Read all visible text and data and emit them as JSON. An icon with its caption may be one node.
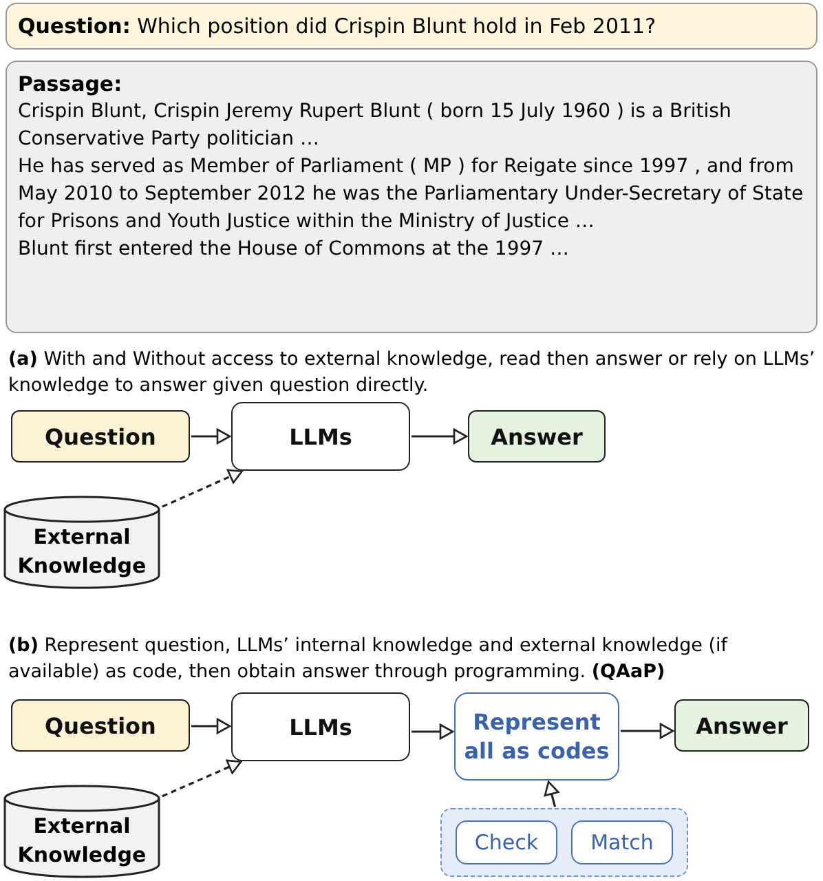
{
  "diagram": {
    "nodes": [
      {
        "text": [
          "**Question:** Which position did Crispin Blunt hold in Feb 2011?"
        ]
      },
      {
        "text": [
          "Passage:",
          "Crispin Blunt, Crispin Jeremy Rupert Blunt ( born 15 July 1960 ) is a British Conservative Party politician …",
          "He has served as Member of Parliament ( MP ) for Reigate since 1997 , and from May 2010 to September 2012 he was the Parliamentary Under-Secretary of State for Prisons and Youth Justice within the Ministry of Justice …",
          "Blunt first entered the House of Commons at the 1997 …"
        ]
      },
      {
        "text": [
          "Question"
        ]
      },
      {
        "text": [
          "LLMs"
        ]
      },
      {
        "text": [
          "Answer"
        ]
      },
      {
        "text": [
          "External Knowledge"
        ]
      },
      {
        "text": [
          "Question"
        ]
      },
      {
        "text": [
          "LLMs"
        ]
      },
      {
        "text": [
          "Represent all as codes"
        ]
      },
      {
        "text": [
          "Answer"
        ]
      },
      {
        "text": [
          "External Knowledge"
        ]
      },
      {
        "text": [],
        "shape": "box"
      },
      {
        "text": [
          "Check"
        ],
        "in": 11
      },
      {
        "text": [
          "Match"
        ],
        "in": 11
      }
    ],
    "edges": [
      {
        "from": 2,
        "to": 3,
        "arrow": "to"
      },
      {
        "from": 3,
        "to": 4,
        "arrow": "to"
      },
      {
        "from": 5,
        "to": 3,
        "arrow": "to",
        "style": "dashed"
      },
      {
        "from": 6,
        "to": 7,
        "arrow": "to"
      },
      {
        "from": 7,
        "to": 8,
        "arrow": "to"
      },
      {
        "from": 8,
        "to": 9,
        "arrow": "to"
      },
      {
        "from": 10,
        "to": 7,
        "arrow": "to",
        "style": "dashed"
      },
      {
        "from": 11,
        "to": 8,
        "arrow": "to"
      }
    ],
    "labels": [
      "**(a)** With and Without access to external knowledge, read then answer or rely on LLMs’ knowledge to answer given question directly.",
      "**(b)** Represent question, LLMs’ internal knowledge and external knowledge (if available) as code, then obtain answer through programming. **(QAaP)**"
    ]
  }
}
